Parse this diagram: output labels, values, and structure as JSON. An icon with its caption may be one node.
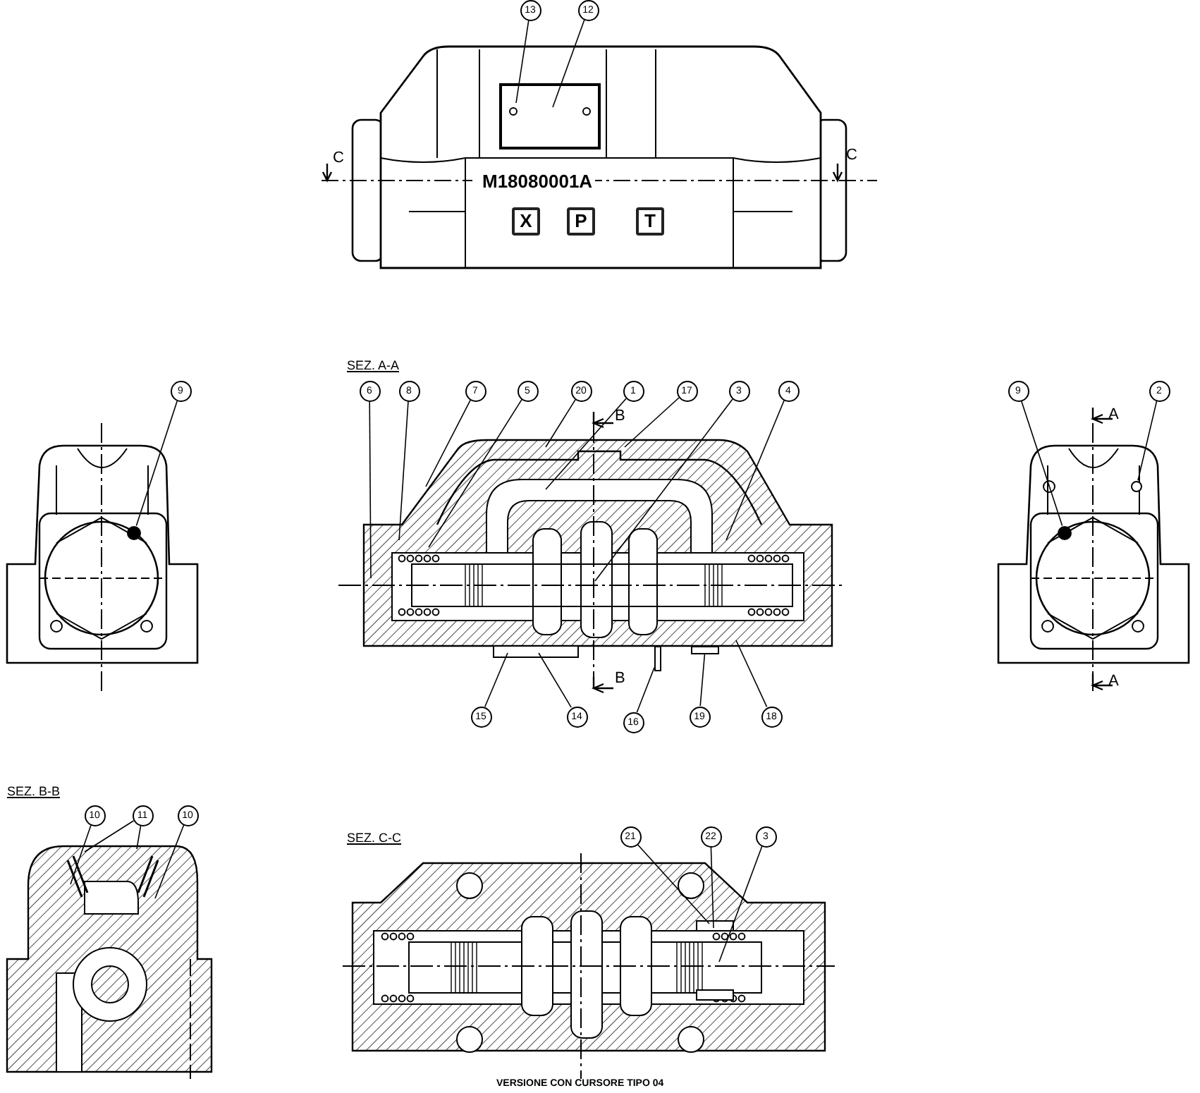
{
  "diagram": {
    "caption": "VERSIONE CON CURSORE TIPO 04",
    "nodes": [
      {
        "text": [
          "13"
        ]
      },
      {
        "text": [
          "12"
        ]
      },
      {
        "text": [
          "X"
        ]
      },
      {
        "text": [
          "P"
        ]
      },
      {
        "text": [
          "T"
        ]
      },
      {
        "text": [
          "9"
        ]
      },
      {
        "text": [
          "6"
        ]
      },
      {
        "text": [
          "8"
        ]
      },
      {
        "text": [
          "7"
        ]
      },
      {
        "text": [
          "5"
        ]
      },
      {
        "text": [
          "20"
        ]
      },
      {
        "text": [
          "1"
        ]
      },
      {
        "text": [
          "17"
        ]
      },
      {
        "text": [
          "3"
        ]
      },
      {
        "text": [
          "4"
        ]
      },
      {
        "text": [
          "9"
        ]
      },
      {
        "text": [
          "2"
        ]
      },
      {
        "text": [
          "15"
        ]
      },
      {
        "text": [
          "14"
        ]
      },
      {
        "text": [
          "16"
        ]
      },
      {
        "text": [
          "19"
        ]
      },
      {
        "text": [
          "18"
        ]
      },
      {
        "text": [
          "10"
        ]
      },
      {
        "text": [
          "11"
        ]
      },
      {
        "text": [
          "10"
        ]
      },
      {
        "text": [
          "21"
        ]
      },
      {
        "text": [
          "22"
        ]
      },
      {
        "text": [
          "3"
        ]
      },
      {
        "text": [],
        "shape": "circle"
      },
      {
        "text": [],
        "shape": "circle"
      },
      {
        "text": [],
        "shape": "circle"
      },
      {
        "text": [],
        "shape": "bar"
      },
      {
        "text": [],
        "shape": "bar"
      }
    ],
    "edges": [
      {
        "from": 0,
        "to": null,
        "arrow": "none"
      },
      {
        "from": 1,
        "to": null,
        "arrow": "none"
      },
      {
        "from": 5,
        "to": 28,
        "arrow": "none"
      },
      {
        "from": 6,
        "to": null,
        "arrow": "none"
      },
      {
        "from": 7,
        "to": null,
        "arrow": "none"
      },
      {
        "from": 8,
        "to": null,
        "arrow": "none"
      },
      {
        "from": 9,
        "to": null,
        "arrow": "none"
      },
      {
        "from": 10,
        "to": null,
        "arrow": "none"
      },
      {
        "from": 11,
        "to": null,
        "arrow": "none"
      },
      {
        "from": 12,
        "to": null,
        "arrow": "none"
      },
      {
        "from": 13,
        "to": null,
        "arrow": "none"
      },
      {
        "from": 14,
        "to": null,
        "arrow": "none"
      },
      {
        "from": 15,
        "to": 29,
        "arrow": "none"
      },
      {
        "from": 16,
        "to": 30,
        "arrow": "none"
      },
      {
        "from": 17,
        "to": null,
        "arrow": "none"
      },
      {
        "from": 18,
        "to": null,
        "arrow": "none"
      },
      {
        "from": 19,
        "to": 31,
        "arrow": "none"
      },
      {
        "from": 20,
        "to": 32,
        "arrow": "none"
      },
      {
        "from": 21,
        "to": null,
        "arrow": "none"
      },
      {
        "from": 22,
        "to": null,
        "arrow": "none"
      },
      {
        "from": 23,
        "to": null,
        "arrow": "none"
      },
      {
        "from": 23,
        "to": null,
        "arrow": "none"
      },
      {
        "from": 24,
        "to": null,
        "arrow": "none"
      },
      {
        "from": 25,
        "to": null,
        "arrow": "none"
      },
      {
        "from": 26,
        "to": null,
        "arrow": "none"
      },
      {
        "from": 27,
        "to": null,
        "arrow": "none"
      }
    ],
    "labels": [
      "C",
      "M18080001A",
      "C",
      "SEZ. A-A",
      "B",
      "A",
      "B",
      "A",
      "SEZ. B-B",
      "SEZ. C-C"
    ]
  }
}
